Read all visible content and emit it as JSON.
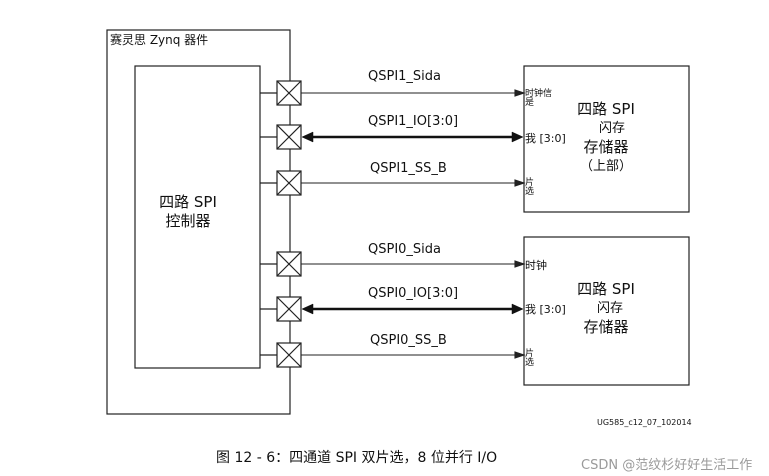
{
  "diagram": {
    "soc_title": "赛灵思 Zynq 器件",
    "controller": {
      "line1": "四路 SPI",
      "line2": "控制器"
    },
    "flash_upper": {
      "line1": "四路 SPI",
      "line2": "闪存",
      "line3": "存储器",
      "line4": "（上部）"
    },
    "flash_lower": {
      "line1": "四路 SPI",
      "line2": "闪存",
      "line3": "存储器"
    },
    "signals": {
      "qspi1_sclk": "QSPI1_Sida",
      "qspi1_io": "QSPI1_IO[3:0]",
      "qspi1_ss": "QSPI1_SS_B",
      "qspi0_sclk": "QSPI0_Sida",
      "qspi0_io": "QSPI0_IO[3:0]",
      "qspi0_ss": "QSPI0_SS_B"
    },
    "pins_upper": {
      "clk_line1": "时钟信",
      "clk_line2": "是",
      "io": "我 [3:0]",
      "cs_line1": "片",
      "cs_line2": "选"
    },
    "pins_lower": {
      "clk": "时钟",
      "io": "我 [3:0]",
      "cs_line1": "片",
      "cs_line2": "选"
    },
    "figure_ref": "UG585_c12_07_102014"
  },
  "caption": "图 12 - 6：四通道 SPI 双片选，8 位并行 I/O",
  "watermark": "CSDN @范纹杉好好生活工作"
}
